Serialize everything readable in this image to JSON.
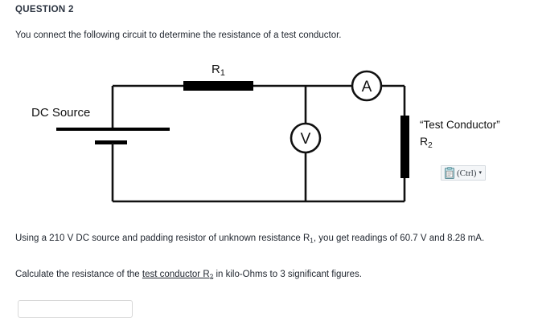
{
  "question": {
    "header": "QUESTION 2",
    "intro": "You connect the following circuit to determine the resistance of a test conductor.",
    "readings_before": "Using a 210 V DC source and padding resistor of unknown resistance R",
    "readings_sub": "1",
    "readings_after": ", you get readings of 60.7 V and 8.28 mA.",
    "calculate_before": "Calculate the resistance of the ",
    "calculate_underlined": "test conductor R",
    "calculate_underlined_sub": "2",
    "calculate_after": " in kilo-Ohms to 3 significant figures."
  },
  "circuit": {
    "dc_source_label": "DC Source",
    "r1_label": "R",
    "r1_sub": "1",
    "test_conductor_label": "“Test Conductor”",
    "r2_label": "R",
    "r2_sub": "2",
    "ammeter_letter": "A",
    "voltmeter_letter": "V",
    "wire_color": "#111111",
    "component_color": "#000000"
  },
  "paste_options": {
    "label": "(Ctrl)",
    "caret": "▾",
    "icon_name": "clipboard-icon",
    "background": "#f4f6f8",
    "border": "#d3d9de"
  },
  "answer_field": {
    "value": "",
    "placeholder": ""
  },
  "values": {
    "source_voltage": "210 V",
    "voltmeter_reading": "60.7 V",
    "ammeter_reading": "8.28 mA",
    "significant_figures": "3",
    "answer_units": "kilo-Ohms"
  }
}
